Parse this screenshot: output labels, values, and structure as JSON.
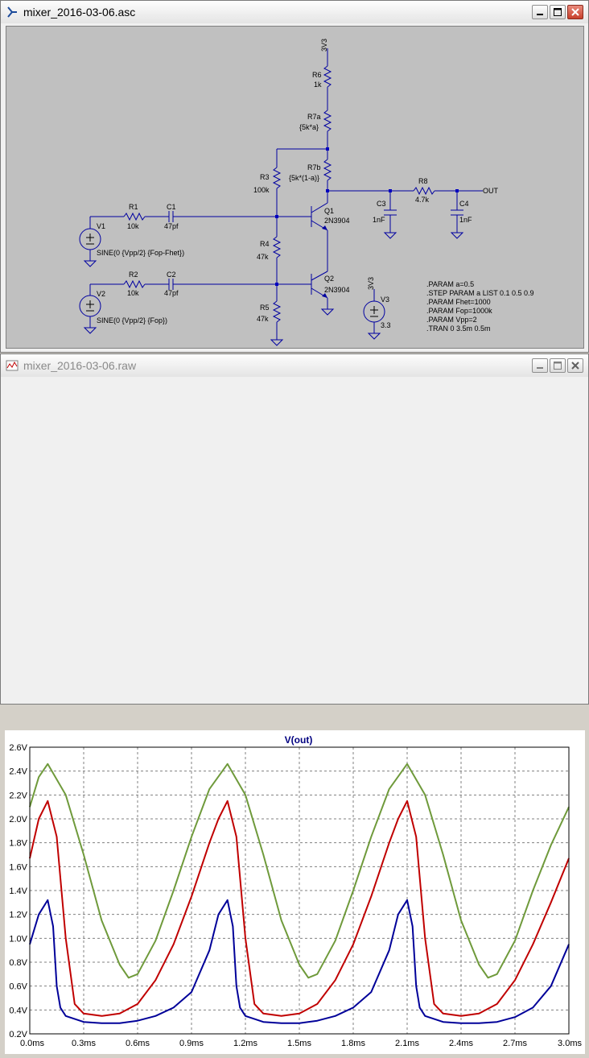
{
  "schematic_window": {
    "title": "mixer_2016-03-06.asc",
    "components": {
      "r6": {
        "name": "R6",
        "value": "1k"
      },
      "r7a": {
        "name": "R7a",
        "value": "{5k*a}"
      },
      "r7b": {
        "name": "R7b",
        "value": "{5k*(1-a)}"
      },
      "r3": {
        "name": "R3",
        "value": "100k"
      },
      "r4": {
        "name": "R4",
        "value": "47k"
      },
      "r5": {
        "name": "R5",
        "value": "47k"
      },
      "r1": {
        "name": "R1",
        "value": "10k"
      },
      "r2": {
        "name": "R2",
        "value": "10k"
      },
      "r8": {
        "name": "R8",
        "value": "4.7k"
      },
      "c1": {
        "name": "C1",
        "value": "47pf"
      },
      "c2": {
        "name": "C2",
        "value": "47pf"
      },
      "c3": {
        "name": "C3",
        "value": "1nF"
      },
      "c4": {
        "name": "C4",
        "value": "1nF"
      },
      "q1": {
        "name": "Q1",
        "value": "2N3904"
      },
      "q2": {
        "name": "Q2",
        "value": "2N3904"
      },
      "v1": {
        "name": "V1",
        "value": "SINE(0 {Vpp/2} {Fop-Fhet})"
      },
      "v2": {
        "name": "V2",
        "value": "SINE(0 {Vpp/2} {Fop})"
      },
      "v3": {
        "name": "V3",
        "value": "3.3"
      }
    },
    "net_labels": {
      "supply_top": "3V3",
      "supply_v3": "3V3",
      "out": "OUT"
    },
    "directives": [
      ".PARAM a=0.5",
      ".STEP PARAM a LIST 0.1 0.5 0.9",
      ".PARAM Fhet=1000",
      ".PARAM Fop=1000k",
      ".PARAM Vpp=2",
      ".TRAN 0 3.5m 0.5m"
    ]
  },
  "plot_window": {
    "title": "mixer_2016-03-06.raw"
  },
  "chart_data": {
    "type": "line",
    "title": "V(out)",
    "xlabel": "",
    "ylabel": "",
    "xlim": [
      0,
      3.0
    ],
    "ylim": [
      0.2,
      2.6
    ],
    "x_tick_labels": [
      "0.0ms",
      "0.3ms",
      "0.6ms",
      "0.9ms",
      "1.2ms",
      "1.5ms",
      "1.8ms",
      "2.1ms",
      "2.4ms",
      "2.7ms",
      "3.0ms"
    ],
    "y_tick_labels": [
      "0.2V",
      "0.4V",
      "0.6V",
      "0.8V",
      "1.0V",
      "1.2V",
      "1.4V",
      "1.6V",
      "1.8V",
      "2.0V",
      "2.2V",
      "2.4V",
      "2.6V"
    ],
    "grid": true,
    "series": [
      {
        "color": "#6f9a3b",
        "x": [
          0.0,
          0.05,
          0.1,
          0.2,
          0.3,
          0.4,
          0.5,
          0.55,
          0.6,
          0.7,
          0.8,
          0.9,
          1.0,
          1.1,
          1.2,
          1.3,
          1.4,
          1.5,
          1.55,
          1.6,
          1.7,
          1.8,
          1.9,
          2.0,
          2.1,
          2.2,
          2.3,
          2.4,
          2.5,
          2.55,
          2.6,
          2.7,
          2.8,
          2.9,
          3.0
        ],
        "y": [
          2.1,
          2.35,
          2.46,
          2.2,
          1.7,
          1.15,
          0.78,
          0.67,
          0.7,
          0.98,
          1.4,
          1.85,
          2.25,
          2.46,
          2.2,
          1.7,
          1.15,
          0.78,
          0.67,
          0.7,
          0.98,
          1.4,
          1.85,
          2.25,
          2.46,
          2.2,
          1.7,
          1.15,
          0.78,
          0.67,
          0.7,
          0.98,
          1.4,
          1.78,
          2.1
        ]
      },
      {
        "color": "#c00000",
        "x": [
          0.0,
          0.05,
          0.1,
          0.15,
          0.2,
          0.25,
          0.3,
          0.4,
          0.5,
          0.6,
          0.7,
          0.8,
          0.9,
          1.0,
          1.05,
          1.1,
          1.15,
          1.2,
          1.25,
          1.3,
          1.4,
          1.5,
          1.6,
          1.7,
          1.8,
          1.9,
          2.0,
          2.05,
          2.1,
          2.15,
          2.2,
          2.25,
          2.3,
          2.4,
          2.5,
          2.6,
          2.7,
          2.8,
          2.9,
          3.0
        ],
        "y": [
          1.67,
          2.0,
          2.15,
          1.85,
          1.0,
          0.45,
          0.37,
          0.35,
          0.37,
          0.45,
          0.65,
          0.95,
          1.35,
          1.8,
          2.0,
          2.15,
          1.85,
          1.0,
          0.45,
          0.37,
          0.35,
          0.37,
          0.45,
          0.65,
          0.95,
          1.35,
          1.8,
          2.0,
          2.15,
          1.85,
          1.0,
          0.45,
          0.37,
          0.35,
          0.37,
          0.45,
          0.65,
          0.95,
          1.3,
          1.67
        ]
      },
      {
        "color": "#000099",
        "x": [
          0.0,
          0.05,
          0.1,
          0.13,
          0.15,
          0.17,
          0.2,
          0.3,
          0.4,
          0.5,
          0.6,
          0.7,
          0.8,
          0.9,
          1.0,
          1.05,
          1.1,
          1.13,
          1.15,
          1.17,
          1.2,
          1.3,
          1.4,
          1.5,
          1.6,
          1.7,
          1.8,
          1.9,
          2.0,
          2.05,
          2.1,
          2.13,
          2.15,
          2.17,
          2.2,
          2.3,
          2.4,
          2.5,
          2.6,
          2.7,
          2.8,
          2.9,
          3.0
        ],
        "y": [
          0.95,
          1.2,
          1.32,
          1.1,
          0.6,
          0.42,
          0.35,
          0.3,
          0.29,
          0.29,
          0.31,
          0.35,
          0.42,
          0.55,
          0.9,
          1.2,
          1.32,
          1.1,
          0.6,
          0.42,
          0.35,
          0.3,
          0.29,
          0.29,
          0.31,
          0.35,
          0.42,
          0.55,
          0.9,
          1.2,
          1.32,
          1.1,
          0.6,
          0.42,
          0.35,
          0.3,
          0.29,
          0.29,
          0.3,
          0.34,
          0.42,
          0.6,
          0.95
        ]
      }
    ]
  }
}
